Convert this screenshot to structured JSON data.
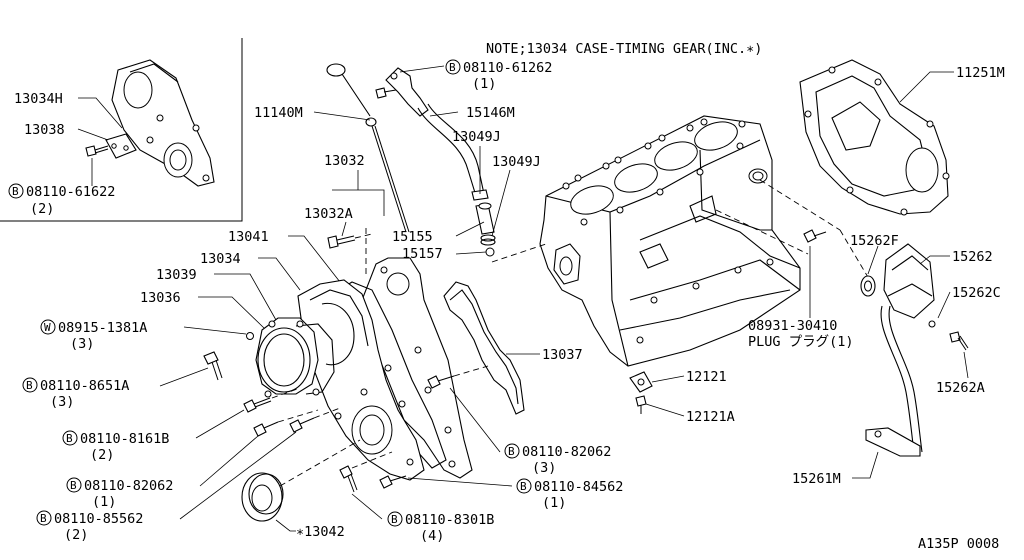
{
  "note": "NOTE;13034 CASE-TIMING GEAR(INC.∗)",
  "figure_code": "A135P 0008",
  "inset": {
    "labels": {
      "l13034h": "13034H",
      "l13038": "13038",
      "badge": "B",
      "bolt_num": "08110-61622",
      "bolt_qty": "(2)"
    }
  },
  "labels": {
    "l11140m": "11140M",
    "l61262_badge": "B",
    "l61262": "08110-61262",
    "l61262_qty": "(1)",
    "l15146m": "15146M",
    "l13049j_a": "13049J",
    "l13049j_b": "13049J",
    "l13032": "13032",
    "l13032a": "13032A",
    "l15155": "15155",
    "l15157": "15157",
    "l13041": "13041",
    "l13034": "13034",
    "l13039": "13039",
    "l13036": "13036",
    "l1381_badge": "W",
    "l1381": "08915-1381A",
    "l1381_qty": "(3)",
    "l8651_badge": "B",
    "l8651": "08110-8651A",
    "l8651_qty": "(3)",
    "l8161_badge": "B",
    "l8161": "08110-8161B",
    "l8161_qty": "(2)",
    "l82062a_badge": "B",
    "l82062a": "08110-82062",
    "l82062a_qty": "(1)",
    "l85562_badge": "B",
    "l85562": "08110-85562",
    "l85562_qty": "(2)",
    "l13042": "∗13042",
    "l8301_badge": "B",
    "l8301": "08110-8301B",
    "l8301_qty": "(4)",
    "l84562_badge": "B",
    "l84562": "08110-84562",
    "l84562_qty": "(1)",
    "l82062b_badge": "B",
    "l82062b": "08110-82062",
    "l82062b_qty": "(3)",
    "l13037": "13037",
    "l12121": "12121",
    "l12121a": "12121A",
    "l30410": "08931-30410",
    "l30410_plug": "PLUG プラグ(1)",
    "l11251m": "11251M",
    "l15262f": "15262F",
    "l15262": "15262",
    "l15262c": "15262C",
    "l15262a": "15262A",
    "l15261m": "15261M"
  }
}
